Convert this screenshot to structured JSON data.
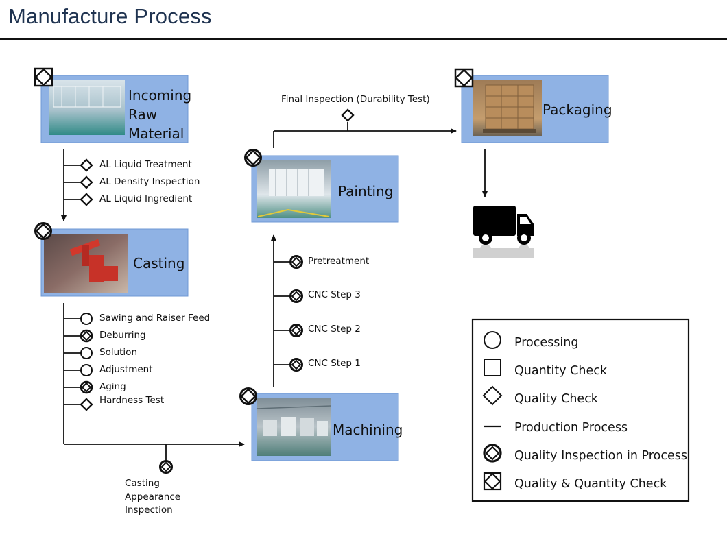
{
  "title": "Manufacture Process",
  "colors": {
    "box_fill": "#8fb2e4",
    "box_edge": "#6f98d4",
    "line": "#111111",
    "title": "#1f3350"
  },
  "stages": {
    "incoming": {
      "label": "Incoming Raw Material",
      "lines": [
        "Incoming",
        "Raw",
        "Material"
      ],
      "marker": "quality-and-quantity-check"
    },
    "casting": {
      "label": "Casting",
      "marker": "quality-inspection-in-process"
    },
    "machining": {
      "label": "Machining",
      "marker": "quality-inspection-in-process"
    },
    "painting": {
      "label": "Painting",
      "marker": "quality-inspection-in-process"
    },
    "packaging": {
      "label": "Packaging",
      "marker": "quality-and-quantity-check"
    }
  },
  "incoming_steps": [
    {
      "label": "AL Liquid Treatment",
      "symbol": "quality-check"
    },
    {
      "label": "AL Density Inspection",
      "symbol": "quality-check"
    },
    {
      "label": "AL Liquid Ingredient",
      "symbol": "quality-check"
    }
  ],
  "casting_steps": [
    {
      "label": "Sawing and Raiser Feed",
      "symbol": "processing"
    },
    {
      "label": "Deburring",
      "symbol": "quality-inspection-in-process"
    },
    {
      "label": "Solution",
      "symbol": "processing"
    },
    {
      "label": "Adjustment",
      "symbol": "processing"
    },
    {
      "label": "Aging",
      "symbol": "quality-inspection-in-process"
    },
    {
      "label": "Hardness Test",
      "symbol": "quality-check"
    }
  ],
  "casting_appearance": {
    "lines": [
      "Casting",
      "Appearance",
      "Inspection"
    ],
    "symbol": "quality-inspection-in-process"
  },
  "machining_steps": [
    {
      "label": "CNC Step 1",
      "symbol": "quality-inspection-in-process"
    },
    {
      "label": "CNC Step 2",
      "symbol": "quality-inspection-in-process"
    },
    {
      "label": "CNC Step 3",
      "symbol": "quality-inspection-in-process"
    },
    {
      "label": "Pretreatment",
      "symbol": "quality-inspection-in-process"
    }
  ],
  "final_inspection": {
    "label": "Final Inspection (Durability Test)",
    "symbol": "quality-check"
  },
  "delivery_icon": "truck-icon",
  "legend": [
    {
      "symbol": "processing",
      "label": "Processing"
    },
    {
      "symbol": "quantity-check",
      "label": "Quantity Check"
    },
    {
      "symbol": "quality-check",
      "label": "Quality Check"
    },
    {
      "symbol": "production-process",
      "label": "Production Process"
    },
    {
      "symbol": "quality-inspection-in-process",
      "label": "Quality Inspection in Process"
    },
    {
      "symbol": "quality-and-quantity-check",
      "label": "Quality & Quantity Check"
    }
  ]
}
